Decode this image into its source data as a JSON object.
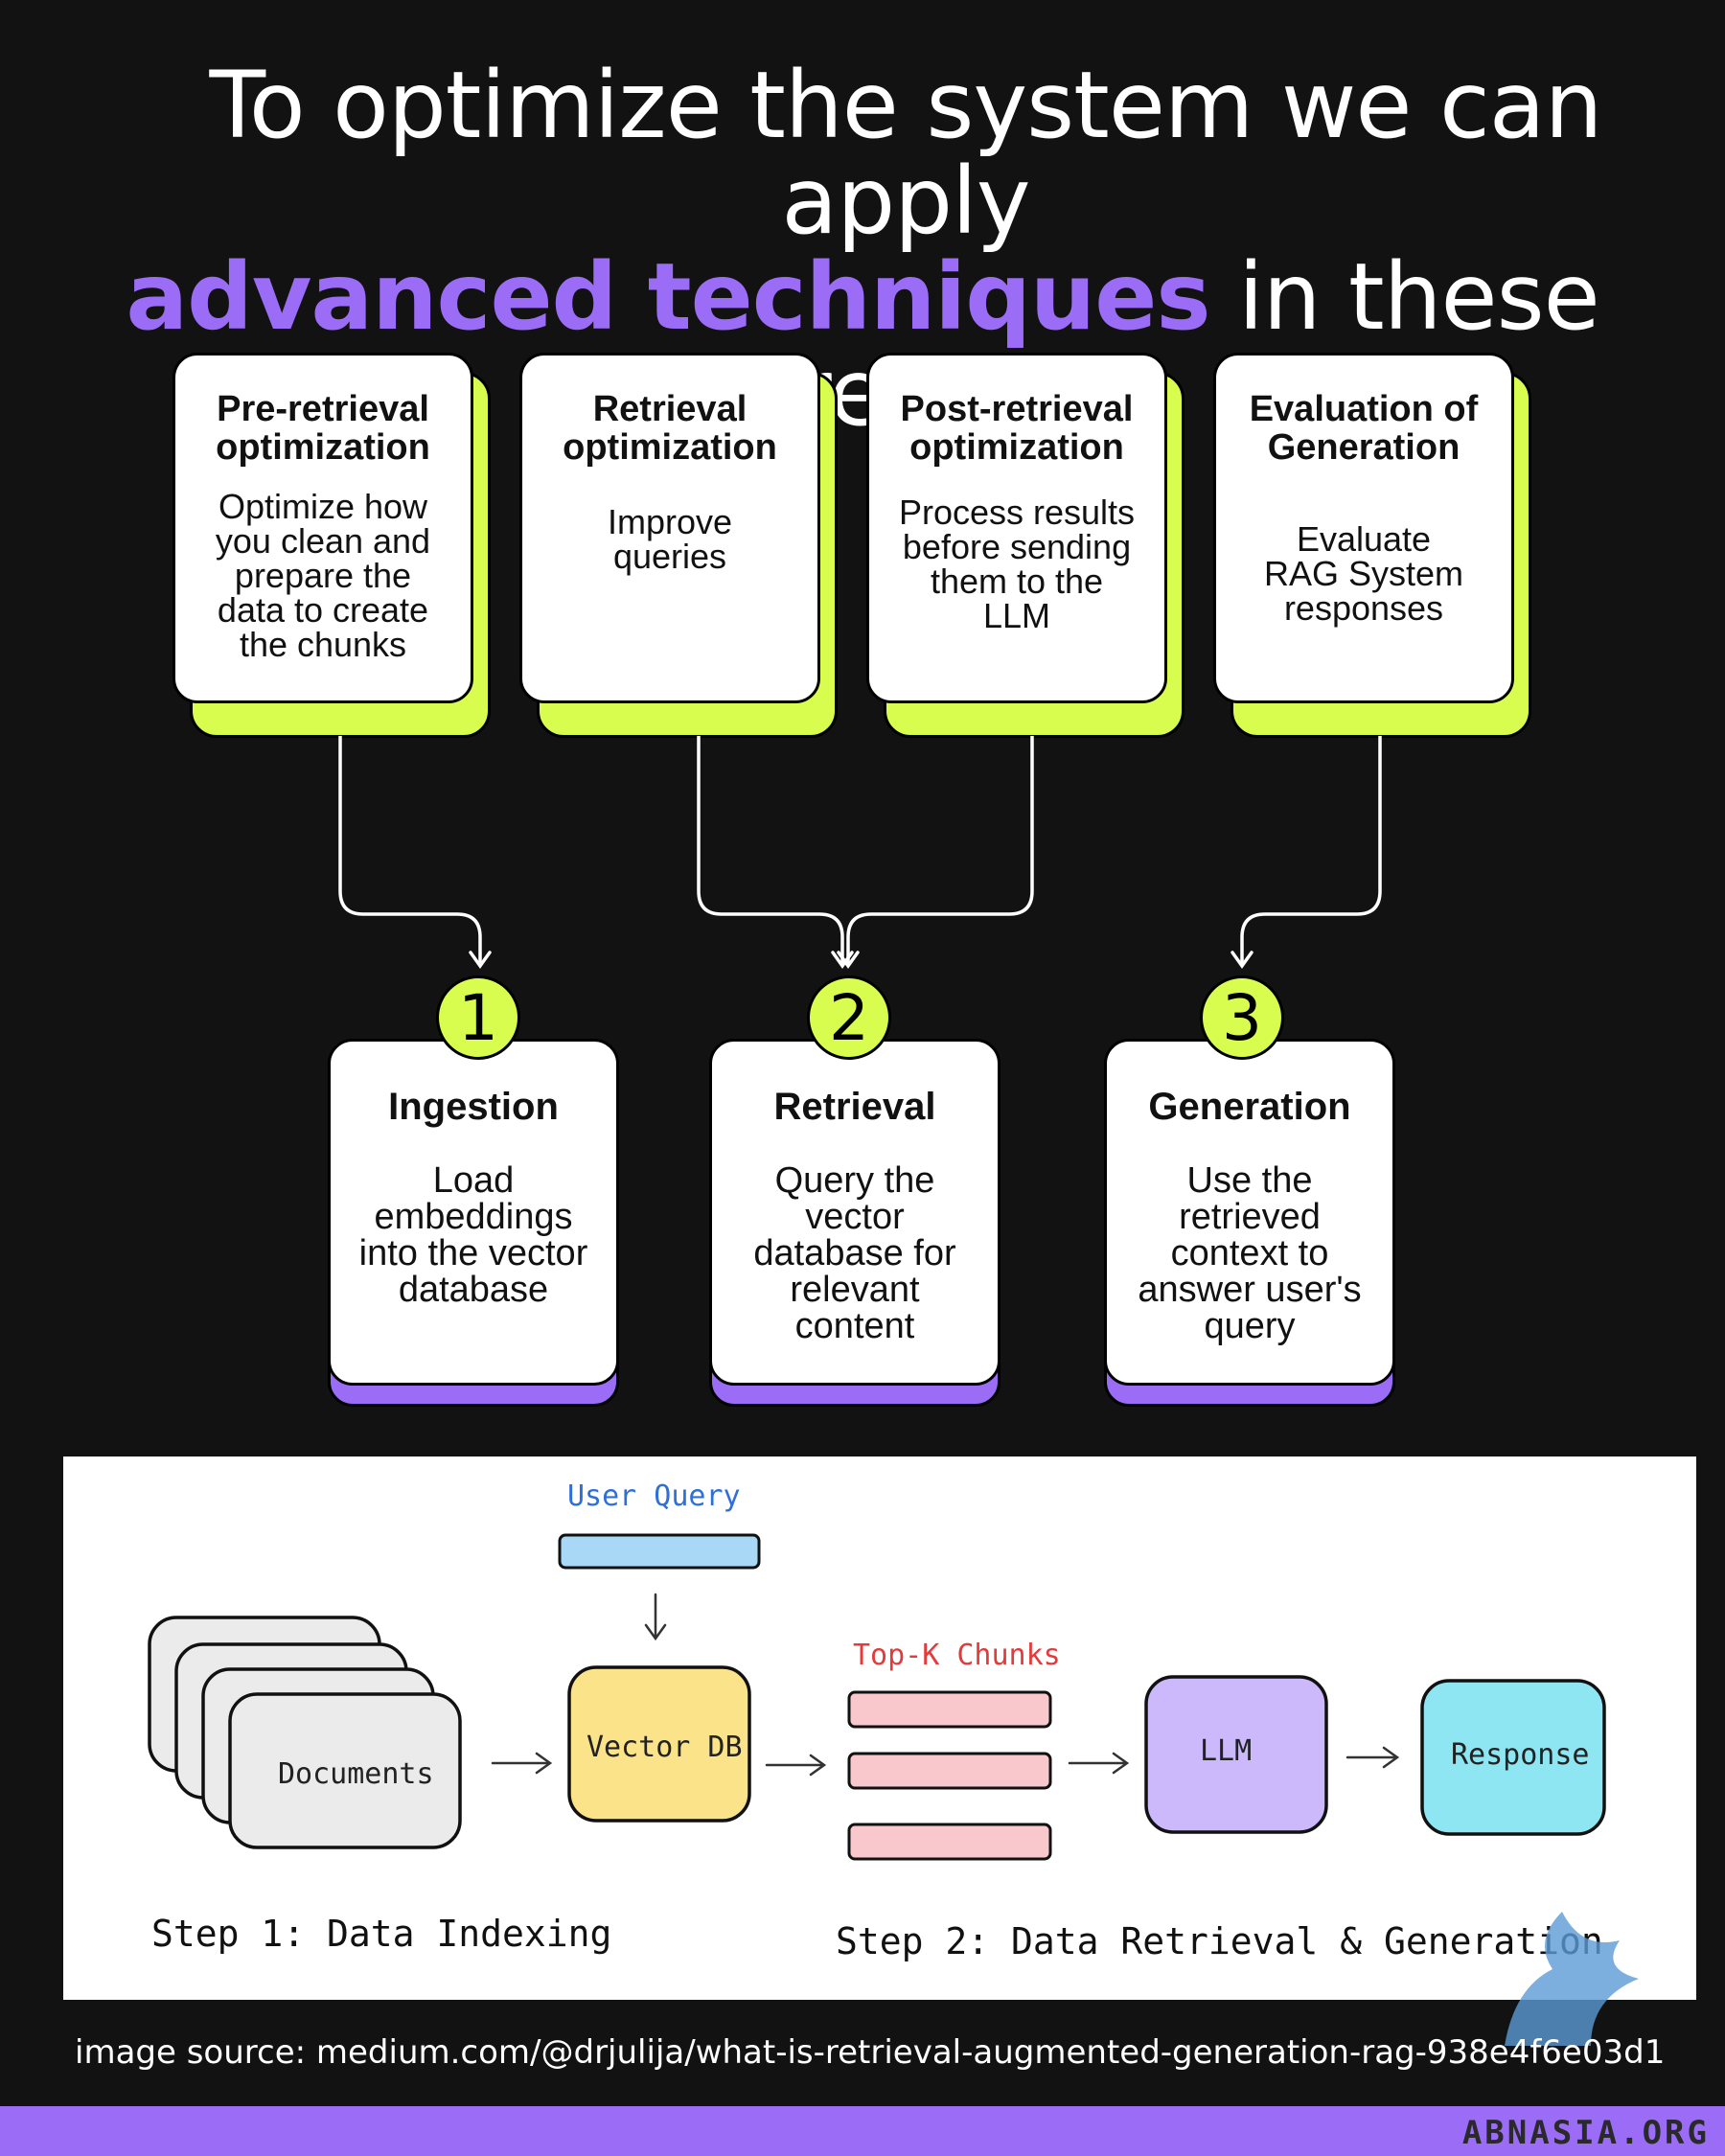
{
  "title": {
    "line1": "To optimize the system we can apply",
    "line2_accent": "advanced techniques",
    "line2_rest": " in these areas"
  },
  "top_cards": [
    {
      "title": "Pre-retrieval optimization",
      "desc": "Optimize how you clean and prepare the data to create the chunks"
    },
    {
      "title": "Retrieval optimization",
      "desc": "Improve queries"
    },
    {
      "title": "Post-retrieval optimization",
      "desc": "Process results before sending them to the LLM"
    },
    {
      "title": "Evaluation of Generation",
      "desc": "Evaluate RAG System responses"
    }
  ],
  "steps": [
    {
      "num": "1",
      "title": "Ingestion",
      "desc": "Load embeddings into the vector database"
    },
    {
      "num": "2",
      "title": "Retrieval",
      "desc": "Query the vector database for relevant content"
    },
    {
      "num": "3",
      "title": "Generation",
      "desc": "Use the retrieved context to answer user's query"
    }
  ],
  "panel": {
    "user_query": "User Query",
    "documents": "Documents",
    "vector_db": "Vector DB",
    "top_k": "Top-K Chunks",
    "llm": "LLM",
    "response": "Response",
    "step1": "Step 1: Data Indexing",
    "step2": "Step 2: Data Retrieval & Generation"
  },
  "source": "image source: medium.com/@drjulija/what-is-retrieval-augmented-generation-rag-938e4f6e03d1",
  "watermark": "ABNASIA.ORG",
  "colors": {
    "background": "#121212",
    "accent_purple": "#9b6cf6",
    "lime": "#d9fd4f",
    "query_blue": "#a8d8f5",
    "vector_yellow": "#fbe38a",
    "chunk_pink": "#f8c8cc",
    "llm_purple": "#cbb9fb",
    "response_cyan": "#8ee6f2",
    "topk_red": "#e23b3b",
    "query_label_blue": "#2f6fd8"
  }
}
